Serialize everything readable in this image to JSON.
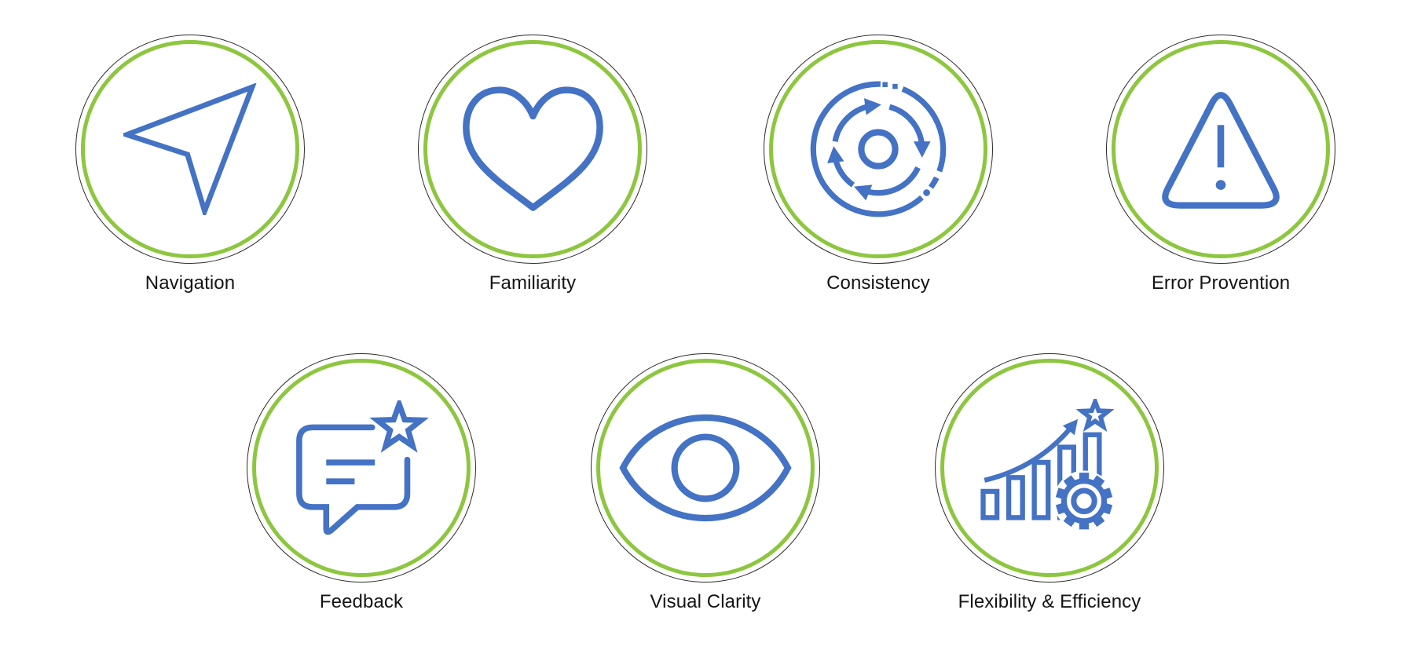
{
  "colors": {
    "icon_blue": "#4472C4",
    "ring_green": "#8DC63F",
    "outer_circle": "#2b2b2b",
    "label_text": "#141414",
    "background": "#ffffff"
  },
  "badges": [
    {
      "label": "Navigation",
      "icon": "navigation-arrow-icon"
    },
    {
      "label": "Familiarity",
      "icon": "heart-icon"
    },
    {
      "label": "Consistency",
      "icon": "cycle-arrows-icon"
    },
    {
      "label": "Error Provention",
      "icon": "warning-triangle-icon"
    },
    {
      "label": "Feedback",
      "icon": "chat-bubble-star-icon"
    },
    {
      "label": "Visual Clarity",
      "icon": "eye-icon"
    },
    {
      "label": "Flexibility & Efficiency",
      "icon": "growth-chart-gear-icon"
    }
  ]
}
